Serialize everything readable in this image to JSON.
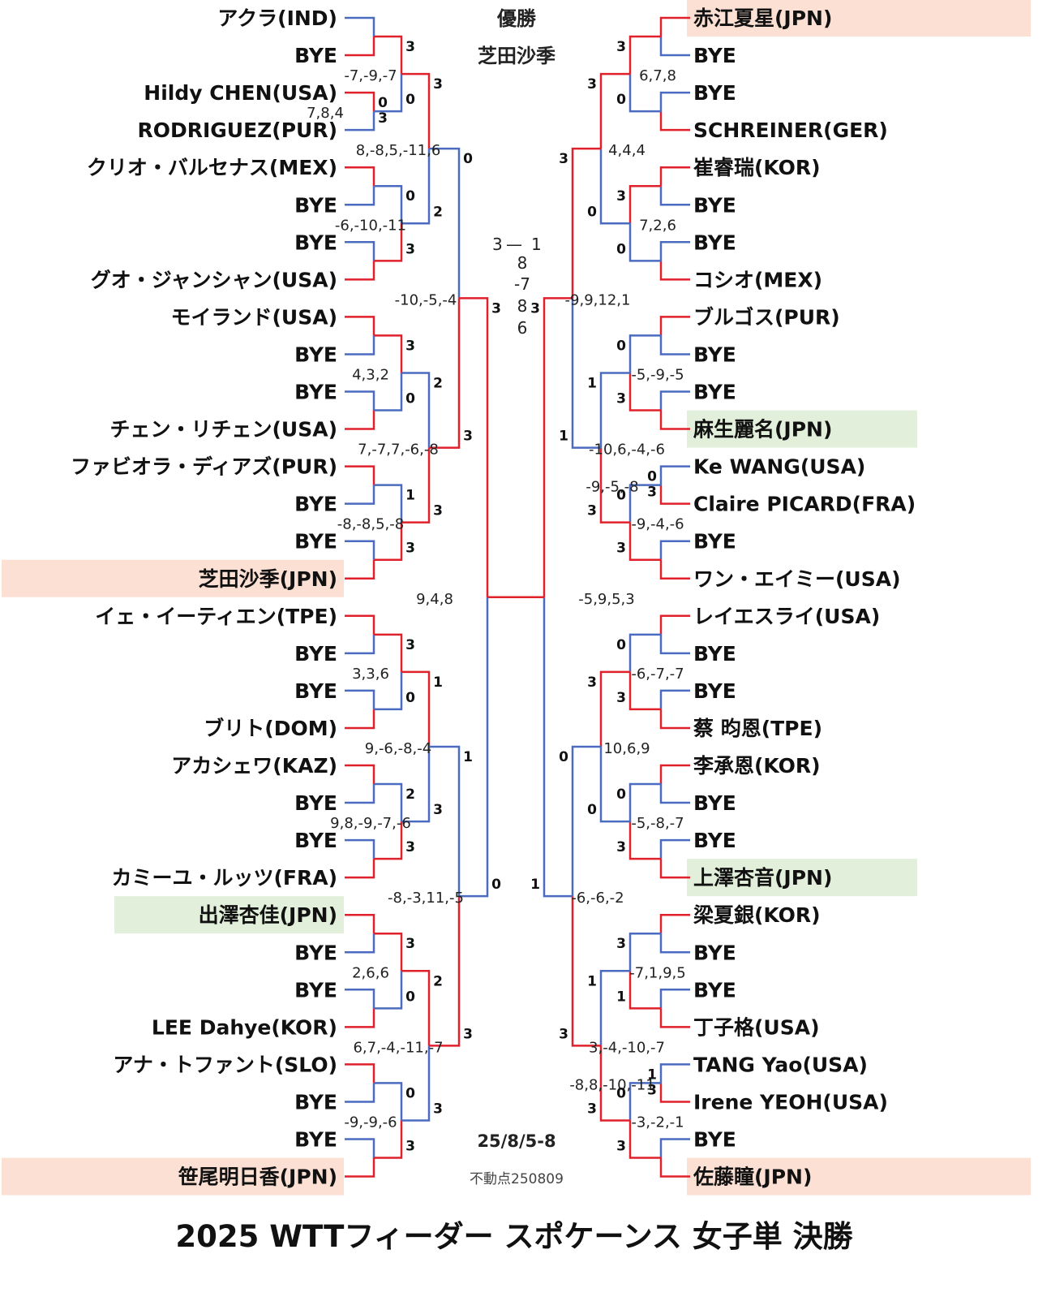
{
  "title": "2025 WTTフィーダー スポケーンス 女子単 決勝",
  "champion_label": "優勝",
  "champion_name": "芝田沙季",
  "date_text": "25/8/5-8",
  "footer_note": "不動点250809",
  "colors": {
    "winner_line": "#e0202a",
    "loser_line": "#4a6bbf",
    "highlight_pink": "#fbe0d3",
    "highlight_green": "#e2efda"
  },
  "left_players": [
    {
      "name": "アクラ(IND)"
    },
    {
      "name": "BYE"
    },
    {
      "name": "Hildy CHEN(USA)"
    },
    {
      "name": "RODRIGUEZ(PUR)"
    },
    {
      "name": "クリオ・バルセナス(MEX)"
    },
    {
      "name": "BYE"
    },
    {
      "name": "BYE"
    },
    {
      "name": "グオ・ジャンシャン(USA)"
    },
    {
      "name": "モイランド(USA)"
    },
    {
      "name": "BYE"
    },
    {
      "name": "BYE"
    },
    {
      "name": "チェン・リチェン(USA)"
    },
    {
      "name": "ファビオラ・ディアズ(PUR)"
    },
    {
      "name": "BYE"
    },
    {
      "name": "BYE"
    },
    {
      "name": "芝田沙季(JPN)",
      "highlight": "pink"
    },
    {
      "name": "イェ・イーティエン(TPE)"
    },
    {
      "name": "BYE"
    },
    {
      "name": "BYE"
    },
    {
      "name": "ブリト(DOM)"
    },
    {
      "name": "アカシェワ(KAZ)"
    },
    {
      "name": "BYE"
    },
    {
      "name": "BYE"
    },
    {
      "name": "カミーユ・ルッツ(FRA)"
    },
    {
      "name": "出澤杏佳(JPN)",
      "highlight": "green"
    },
    {
      "name": "BYE"
    },
    {
      "name": "BYE"
    },
    {
      "name": "LEE Dahye(KOR)"
    },
    {
      "name": "アナ・トファント(SLO)"
    },
    {
      "name": "BYE"
    },
    {
      "name": "BYE"
    },
    {
      "name": "笹尾明日香(JPN)",
      "highlight": "pink"
    }
  ],
  "right_players": [
    {
      "name": "赤江夏星(JPN)",
      "highlight": "pink"
    },
    {
      "name": "BYE"
    },
    {
      "name": "BYE"
    },
    {
      "name": "SCHREINER(GER)"
    },
    {
      "name": "崔睿瑞(KOR)"
    },
    {
      "name": "BYE"
    },
    {
      "name": "BYE"
    },
    {
      "name": "コシオ(MEX)"
    },
    {
      "name": "ブルゴス(PUR)"
    },
    {
      "name": "BYE"
    },
    {
      "name": "BYE"
    },
    {
      "name": "麻生麗名(JPN)",
      "highlight": "green"
    },
    {
      "name": "Ke WANG(USA)"
    },
    {
      "name": "Claire PICARD(FRA)"
    },
    {
      "name": "BYE"
    },
    {
      "name": "ワン・エイミー(USA)"
    },
    {
      "name": "レイエスライ(USA)"
    },
    {
      "name": "BYE"
    },
    {
      "name": "BYE"
    },
    {
      "name": "蔡 昀恩(TPE)"
    },
    {
      "name": "李承恩(KOR)"
    },
    {
      "name": "BYE"
    },
    {
      "name": "BYE"
    },
    {
      "name": "上澤杏音(JPN)",
      "highlight": "green"
    },
    {
      "name": "梁夏銀(KOR)"
    },
    {
      "name": "BYE"
    },
    {
      "name": "BYE"
    },
    {
      "name": "丁子格(USA)"
    },
    {
      "name": "TANG Yao(USA)"
    },
    {
      "name": "Irene YEOH(USA)"
    },
    {
      "name": "BYE"
    },
    {
      "name": "佐藤瞳(JPN)",
      "highlight": "pink"
    }
  ],
  "left_r1": [
    {
      "top": 1,
      "s": [
        "",
        ""
      ]
    },
    {
      "top": 0,
      "s": [
        "0",
        "3"
      ],
      "g": "7,8,4"
    },
    {
      "top": 0,
      "s": [
        "",
        ""
      ]
    },
    {
      "top": 1,
      "s": [
        "",
        ""
      ]
    },
    {
      "top": 0,
      "s": [
        "",
        ""
      ]
    },
    {
      "top": 1,
      "s": [
        "",
        ""
      ]
    },
    {
      "top": 0,
      "s": [
        "",
        ""
      ]
    },
    {
      "top": 1,
      "s": [
        "",
        ""
      ]
    },
    {
      "top": 0,
      "s": [
        "",
        ""
      ]
    },
    {
      "top": 1,
      "s": [
        "",
        ""
      ]
    },
    {
      "top": 0,
      "s": [
        "",
        ""
      ]
    },
    {
      "top": 1,
      "s": [
        "",
        ""
      ]
    },
    {
      "top": 0,
      "s": [
        "",
        ""
      ]
    },
    {
      "top": 1,
      "s": [
        "",
        ""
      ]
    },
    {
      "top": 0,
      "s": [
        "",
        ""
      ]
    },
    {
      "top": 1,
      "s": [
        "",
        ""
      ]
    }
  ],
  "left_r2": [
    {
      "top": 0,
      "s": [
        "3",
        "0"
      ],
      "g": "-7,-9,-7"
    },
    {
      "top": 1,
      "s": [
        "0",
        "3"
      ],
      "g": "-6,-10,-11"
    },
    {
      "top": 0,
      "s": [
        "3",
        "0"
      ],
      "g": "4,3,2"
    },
    {
      "top": 1,
      "s": [
        "1",
        "3"
      ],
      "g": "-8,-8,5,-8"
    },
    {
      "top": 0,
      "s": [
        "3",
        "0"
      ],
      "g": "3,3,6"
    },
    {
      "top": 1,
      "s": [
        "2",
        "3"
      ],
      "g": "9,8,-9,-7,-6"
    },
    {
      "top": 0,
      "s": [
        "3",
        "0"
      ],
      "g": "2,6,6"
    },
    {
      "top": 1,
      "s": [
        "0",
        "3"
      ],
      "g": "-9,-9,-6"
    }
  ],
  "left_r3": [
    {
      "top": 0,
      "s": [
        "3",
        "2"
      ],
      "g": "8,-8,5,-11,6"
    },
    {
      "top": 1,
      "s": [
        "2",
        "3"
      ],
      "g": "7,-7,7,-6,-8"
    },
    {
      "top": 0,
      "s": [
        "1",
        "3"
      ],
      "g": "9,-6,-8,-4"
    },
    {
      "top": 0,
      "s": [
        "2",
        "3"
      ],
      "g": "6,7,-4,-11,-7"
    }
  ],
  "left_r4": [
    {
      "top": 1,
      "s": [
        "0",
        "3"
      ],
      "g": "-10,-5,-4"
    },
    {
      "top": 1,
      "s": [
        "1",
        "3"
      ],
      "g": "-8,-3,11,-5"
    }
  ],
  "left_r5": [
    {
      "top": 0,
      "s": [
        "3",
        "0"
      ],
      "g": "9,4,8"
    }
  ],
  "right_r1": [
    {
      "top": 0,
      "s": [
        "",
        ""
      ]
    },
    {
      "top": 1,
      "s": [
        "",
        ""
      ]
    },
    {
      "top": 0,
      "s": [
        "",
        ""
      ]
    },
    {
      "top": 1,
      "s": [
        "",
        ""
      ]
    },
    {
      "top": 0,
      "s": [
        "",
        ""
      ]
    },
    {
      "top": 1,
      "s": [
        "",
        ""
      ]
    },
    {
      "top": 1,
      "s": [
        "0",
        "3"
      ],
      "g": "-9,-5,-8"
    },
    {
      "top": 1,
      "s": [
        "",
        ""
      ]
    },
    {
      "top": 0,
      "s": [
        "",
        ""
      ]
    },
    {
      "top": 1,
      "s": [
        "",
        ""
      ]
    },
    {
      "top": 0,
      "s": [
        "",
        ""
      ]
    },
    {
      "top": 1,
      "s": [
        "",
        ""
      ]
    },
    {
      "top": 0,
      "s": [
        "",
        ""
      ]
    },
    {
      "top": 1,
      "s": [
        "",
        ""
      ]
    },
    {
      "top": 1,
      "s": [
        "1",
        "3"
      ],
      "g": "-8,8,-10,-11"
    },
    {
      "top": 1,
      "s": [
        "",
        ""
      ]
    }
  ],
  "right_r2": [
    {
      "top": 0,
      "s": [
        "3",
        "0"
      ],
      "g": "6,7,8"
    },
    {
      "top": 0,
      "s": [
        "3",
        "0"
      ],
      "g": "7,2,6"
    },
    {
      "top": 1,
      "s": [
        "0",
        "3"
      ],
      "g": "-5,-9,-5"
    },
    {
      "top": 1,
      "s": [
        "0",
        "3"
      ],
      "g": "-9,-4,-6"
    },
    {
      "top": 1,
      "s": [
        "0",
        "3"
      ],
      "g": "-6,-7,-7"
    },
    {
      "top": 1,
      "s": [
        "0",
        "3"
      ],
      "g": "-5,-8,-7"
    },
    {
      "top": 1,
      "s": [
        "3",
        "1"
      ],
      "g": "-7,1,9,5"
    },
    {
      "top": 1,
      "s": [
        "0",
        "3"
      ],
      "g": "-3,-2,-1"
    }
  ],
  "right_r3": [
    {
      "top": 0,
      "s": [
        "3",
        "0"
      ],
      "g": "4,4,4"
    },
    {
      "top": 1,
      "s": [
        "1",
        "3"
      ],
      "g": "-10,6,-4,-6"
    },
    {
      "top": 0,
      "s": [
        "3",
        "0"
      ],
      "g": "10,6,9"
    },
    {
      "top": 1,
      "s": [
        "1",
        "3"
      ],
      "g": "3,-4,-10,-7"
    }
  ],
  "right_r4": [
    {
      "top": 0,
      "s": [
        "3",
        "1"
      ],
      "g": "-9,9,12,1"
    },
    {
      "top": 1,
      "s": [
        "0",
        "3"
      ],
      "g": "-6,-6,-2"
    }
  ],
  "right_r5": [
    {
      "top": 0,
      "s": [
        "3",
        "1"
      ],
      "g": "-5,9,5,3"
    }
  ],
  "final": {
    "score_left": "3",
    "score_dash": "—",
    "score_right": "1",
    "games": [
      "8",
      "-7",
      "8",
      "6"
    ]
  }
}
